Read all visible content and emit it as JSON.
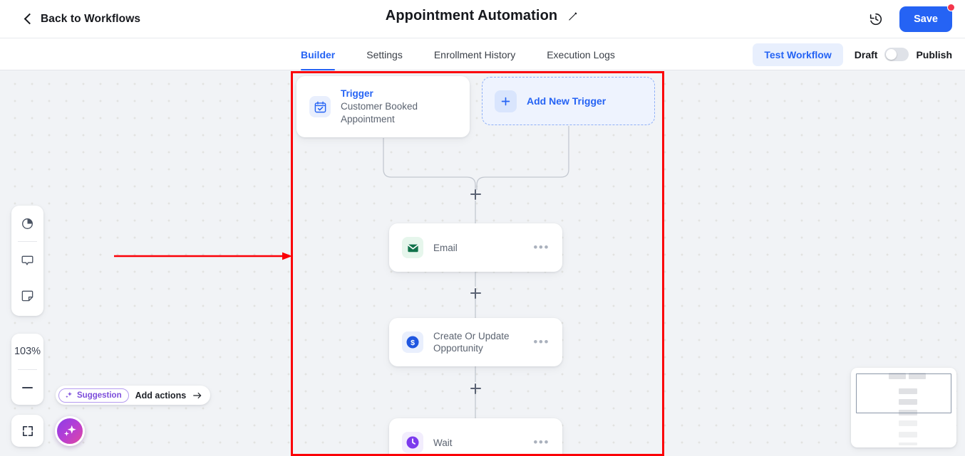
{
  "header": {
    "back_label": "Back to Workflows",
    "back_icon": "chevron-left-icon",
    "title": "Appointment Automation",
    "edit_icon": "pencil-icon",
    "history_icon": "clock-history-icon",
    "save_label": "Save",
    "save_badge_color": "#f4364c",
    "accent_color": "#2563f4"
  },
  "tabs": [
    {
      "label": "Builder",
      "active": true
    },
    {
      "label": "Settings",
      "active": false
    },
    {
      "label": "Enrollment History",
      "active": false
    },
    {
      "label": "Execution Logs",
      "active": false
    }
  ],
  "tabbar_right": {
    "test_workflow_label": "Test Workflow",
    "draft_label": "Draft",
    "publish_label": "Publish",
    "toggle_state": "off"
  },
  "canvas": {
    "background_color": "#f1f3f6",
    "dot_color": "#e2e3e1",
    "trigger_card": {
      "icon": "calendar-check-icon",
      "icon_color": "#2563f4",
      "icon_bg": "#e9effd",
      "label": "Trigger",
      "subtitle_line1": "Customer Booked",
      "subtitle_line2": "Appointment"
    },
    "add_trigger": {
      "icon": "plus-icon",
      "label": "Add New Trigger"
    },
    "nodes": [
      {
        "id": "email",
        "title": "Email",
        "icon": "envelope-icon",
        "icon_color": "#11734b",
        "icon_bg": "#e6f6ec",
        "menu_icon": "ellipsis-icon"
      },
      {
        "id": "opportunity",
        "title": "Create Or Update Opportunity",
        "icon": "dollar-circle-icon",
        "icon_color": "#2563f4",
        "icon_bg": "#e9effd",
        "menu_icon": "ellipsis-icon"
      },
      {
        "id": "wait",
        "title": "Wait",
        "icon": "clock-icon",
        "icon_color": "#7c3aed",
        "icon_bg": "#f2edfd",
        "menu_icon": "ellipsis-icon"
      }
    ],
    "add_step_buttons": [
      {
        "name": "add-step-after-trigger",
        "icon": "plus-icon"
      },
      {
        "name": "add-step-after-email",
        "icon": "plus-icon"
      },
      {
        "name": "add-step-after-opportunity",
        "icon": "plus-icon"
      }
    ]
  },
  "toolbar": {
    "items": [
      {
        "name": "analytics-icon",
        "title": "Analytics"
      },
      {
        "name": "comment-icon",
        "title": "Comments"
      },
      {
        "name": "note-icon",
        "title": "Notes"
      }
    ],
    "zoom_level": "103%",
    "zoom_out_icon": "minus-icon",
    "fit_icon": "fit-screen-icon"
  },
  "suggestion_bar": {
    "pill_icon": "sparkle-icon",
    "pill_label": "Suggestion",
    "action_label": "Add actions",
    "action_icon": "arrow-right-icon",
    "pill_color": "#7c4ddb"
  },
  "fab": {
    "icon": "sparkle-icon",
    "gradient_from": "#8a3ee8",
    "gradient_to": "#e0469f"
  },
  "minimap": {
    "name": "canvas-minimap",
    "viewport_border_color": "#8b97a8"
  },
  "annotation": {
    "rect_color": "#fb0007",
    "arrow_color": "#fb0007"
  }
}
